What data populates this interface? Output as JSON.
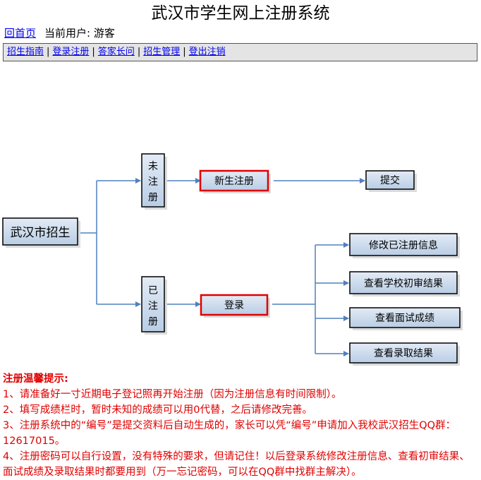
{
  "page": {
    "title": "武汉市学生网上注册系统"
  },
  "topbar": {
    "home_link": "回首页",
    "current_user_label": "当前用户: 游客"
  },
  "nav": {
    "items": [
      "招生指南",
      "登录注册",
      "答家长问",
      "招生管理",
      "登出注销"
    ],
    "separator": "|"
  },
  "flowchart": {
    "root": "武汉市招生",
    "unregistered": "未注册",
    "registered": "已注册",
    "new_registration": "新生注册",
    "submit": "提交",
    "login": "登录",
    "options": [
      "修改已注册信息",
      "查看学校初审结果",
      "查看面试成绩",
      "查看录取结果"
    ],
    "colors": {
      "arrow": "#4f81bd",
      "box_fill_top": "#dbe5f1",
      "box_fill_bottom": "#b8cce4",
      "highlight_border": "#e00000"
    }
  },
  "tips": {
    "heading": "注册温馨提示:",
    "lines": [
      "1、请准备好一寸近期电子登记照再开始注册（因为注册信息有时间限制）。",
      "2、填写成绩栏时，暂时未知的成绩可以用0代替，之后请修改完善。",
      "3、注册系统中的“编号”是提交资料后自动生成的，家长可以凭“编号”申请加入我校武汉招生QQ群：12617015。",
      "4、注册密码可以自行设置，没有特殊的要求，但请记住！以后登录系统修改注册信息、查看初审结果、面试成绩及录取结果时都要用到（万一忘记密码，可以在QQ群中找群主解决）。"
    ]
  }
}
